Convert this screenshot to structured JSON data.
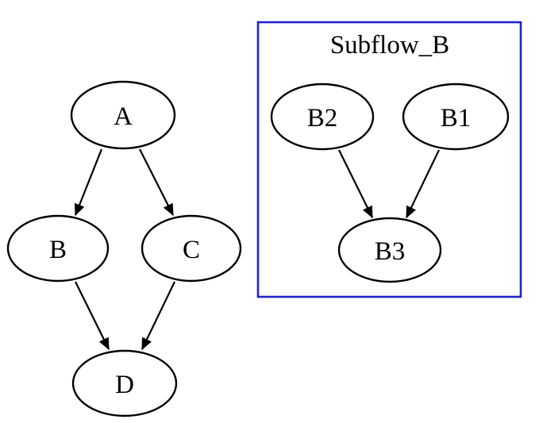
{
  "diagram": {
    "type": "flowchart-directed-graph",
    "cluster": {
      "label": "Subflow_B",
      "border_color": "#2222cc"
    },
    "nodes": {
      "A": {
        "label": "A"
      },
      "B": {
        "label": "B"
      },
      "C": {
        "label": "C"
      },
      "D": {
        "label": "D"
      },
      "B2": {
        "label": "B2"
      },
      "B1": {
        "label": "B1"
      },
      "B3": {
        "label": "B3"
      }
    },
    "edges": [
      {
        "from": "A",
        "to": "B"
      },
      {
        "from": "A",
        "to": "C"
      },
      {
        "from": "B",
        "to": "D"
      },
      {
        "from": "C",
        "to": "D"
      },
      {
        "from": "B2",
        "to": "B3"
      },
      {
        "from": "B1",
        "to": "B3"
      }
    ],
    "colors": {
      "background": "#ffffff",
      "node_fill": "#ffffff",
      "node_stroke": "#000000",
      "edge": "#000000",
      "cluster_border": "#2222cc"
    }
  }
}
